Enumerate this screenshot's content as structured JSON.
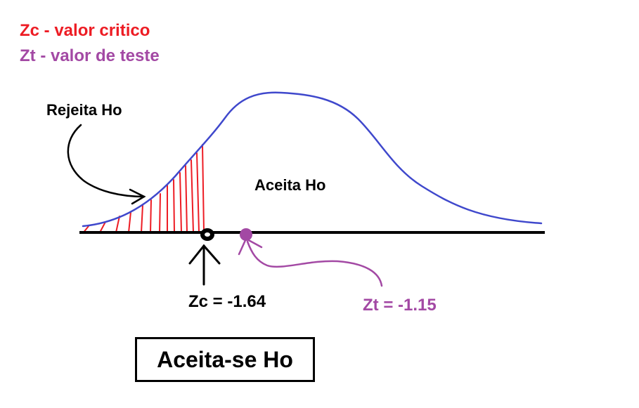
{
  "legend": {
    "critical": "Zc - valor critico",
    "test": "Zt  - valor de teste"
  },
  "regions": {
    "reject": "Rejeita Ho",
    "accept": "Aceita Ho"
  },
  "values": {
    "zc_label": "Zc = -1.64",
    "zt_label": "Zt  = -1.15",
    "zc": -1.64,
    "zt": -1.15
  },
  "result": {
    "label": "Aceita-se Ho"
  },
  "colors": {
    "curve": "#3f48cc",
    "critical": "#ed1c24",
    "test": "#a349a4",
    "axis": "#000000"
  }
}
